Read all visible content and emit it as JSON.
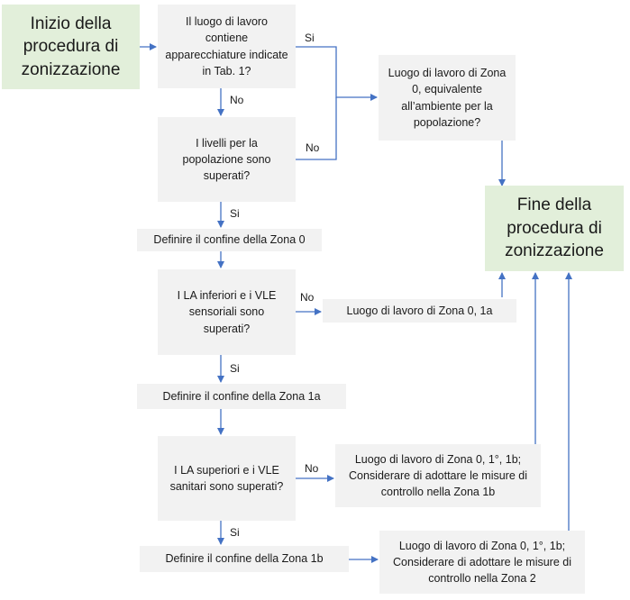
{
  "start": "Inizio della procedura di zonizzazione",
  "end": "Fine della procedura di zonizzazione",
  "q1": "Il luogo di lavoro contiene apparecchiature indicate in Tab. 1?",
  "q2": "I livelli per la popolazione sono superati?",
  "q3": "I LA inferiori e i VLE sensoriali sono superati?",
  "q4": "I LA superiori e i VLE sanitari sono superati?",
  "zone0_general": "Luogo di lavoro di Zona 0, equivalente all’ambiente per la popolazione?",
  "def_zone0": "Definire il confine della Zona 0",
  "def_zone1a": "Definire il confine della Zona 1a",
  "def_zone1b": "Definire il confine della Zona 1b",
  "result_1a": "Luogo di lavoro di Zona 0, 1a",
  "result_1b": "Luogo di lavoro di Zona 0, 1°, 1b; Considerare di adottare le misure di controllo nella Zona 1b",
  "result_2": "Luogo di lavoro di Zona 0, 1°, 1b; Considerare di adottare le misure di controllo nella Zona 2",
  "labels": {
    "si": "Si",
    "no": "No"
  },
  "colors": {
    "arrow": "#4472c4",
    "box": "#f2f2f2",
    "terminal": "#e2efda"
  }
}
